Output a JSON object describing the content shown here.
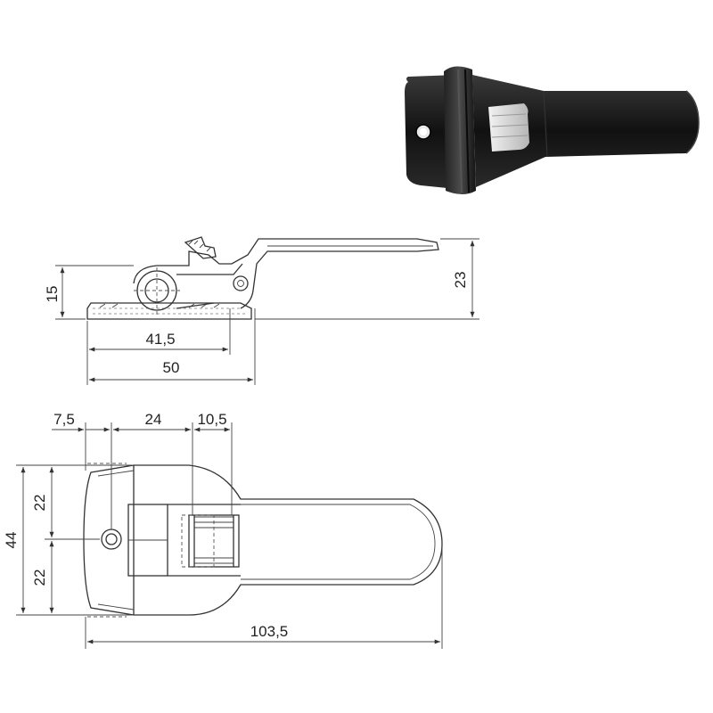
{
  "dimensions": {
    "side_height": "15",
    "side_total_height": "23",
    "side_pivot_length": "41,5",
    "side_base_length": "50",
    "top_left_offset": "7,5",
    "top_mid_length": "24",
    "top_slot_length": "10,5",
    "top_upper_half": "22",
    "top_lower_half": "22",
    "top_total_width": "44",
    "top_total_length": "103,5"
  },
  "colors": {
    "line": "#333333",
    "product_body": "#1a1a1a",
    "product_highlight": "#d9d9d9"
  }
}
